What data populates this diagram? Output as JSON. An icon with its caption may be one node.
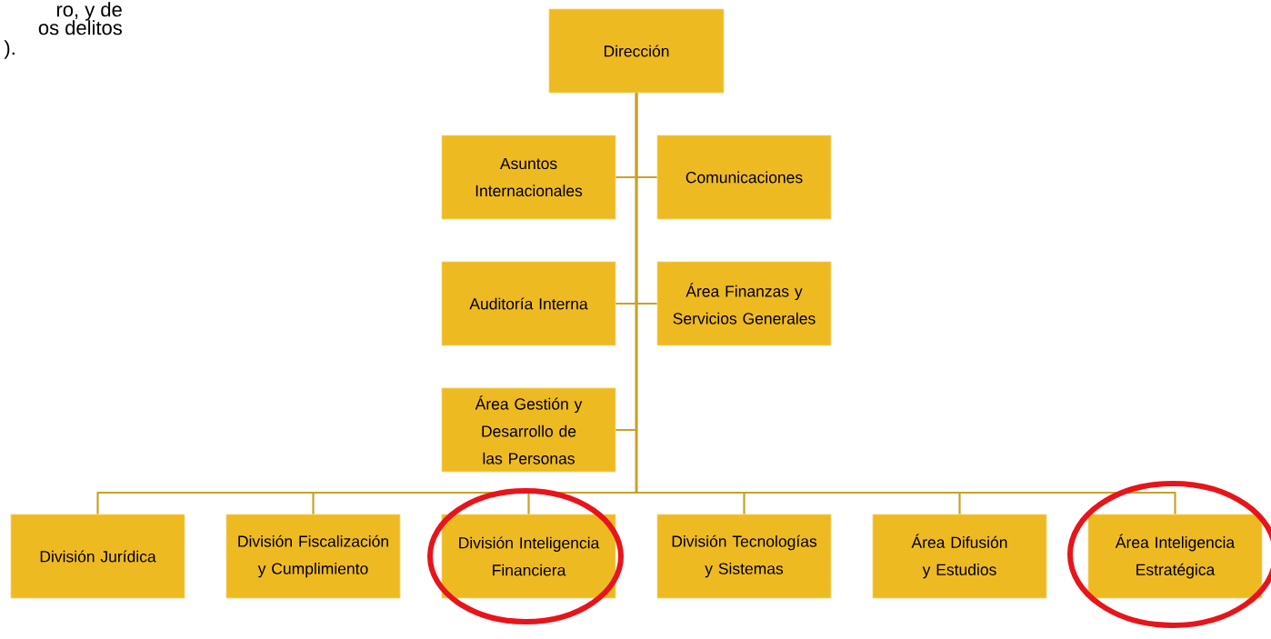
{
  "diagram": {
    "nodes": [
      {
        "text": [
          "Dirección"
        ]
      },
      {
        "text": [
          "Asuntos Internacionales"
        ]
      },
      {
        "text": [
          "Comunicaciones"
        ]
      },
      {
        "text": [
          "Auditoría Interna"
        ]
      },
      {
        "text": [
          "Área Finanzas y Servicios Generales"
        ]
      },
      {
        "text": [
          "Área Gestión y Desarrollo de las Personas"
        ]
      },
      {
        "text": [
          "División Jurídica"
        ]
      },
      {
        "text": [
          "División Fiscalización y Cumplimiento"
        ]
      },
      {
        "text": [
          "División Inteligencia Financiera"
        ]
      },
      {
        "text": [
          "División Tecnologías y Sistemas"
        ]
      },
      {
        "text": [
          "Área Difusión y Estudios"
        ]
      },
      {
        "text": [
          "Área Inteligencia Estratégica"
        ]
      }
    ],
    "edges": [
      {
        "from": 0,
        "to": 1,
        "arrow": "none"
      },
      {
        "from": 0,
        "to": 2,
        "arrow": "none"
      },
      {
        "from": 0,
        "to": 3,
        "arrow": "none"
      },
      {
        "from": 0,
        "to": 4,
        "arrow": "none"
      },
      {
        "from": 0,
        "to": 5,
        "arrow": "none"
      },
      {
        "from": 0,
        "to": 6,
        "arrow": "none"
      },
      {
        "from": 0,
        "to": 7,
        "arrow": "none"
      },
      {
        "from": 0,
        "to": 8,
        "arrow": "none"
      },
      {
        "from": 0,
        "to": 9,
        "arrow": "none"
      },
      {
        "from": 0,
        "to": 10,
        "arrow": "none"
      },
      {
        "from": 0,
        "to": 11,
        "arrow": "none"
      }
    ],
    "labels": [
      "ro, y de",
      "os delitos",
      ")."
    ]
  }
}
